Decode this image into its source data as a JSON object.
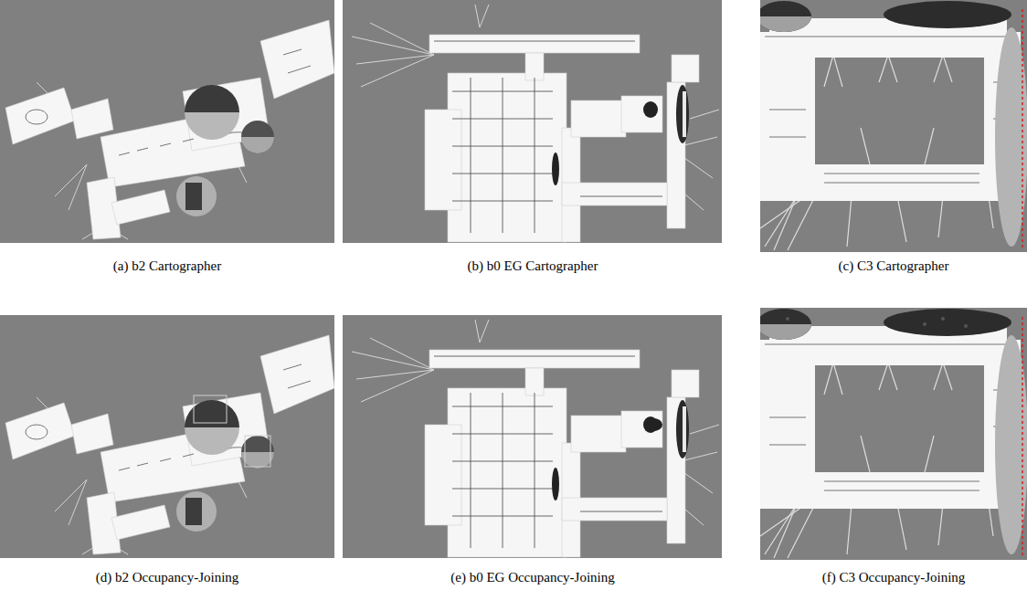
{
  "diagram": {
    "labels": [
      "(a) b2 Cartographer",
      "(b) b0 EG Cartographer",
      "(c) C3 Cartographer",
      "(d) b2 Occupancy-Joining",
      "(e) b0 EG Occupancy-Joining",
      "(f) C3 Occupancy-Joining"
    ]
  }
}
